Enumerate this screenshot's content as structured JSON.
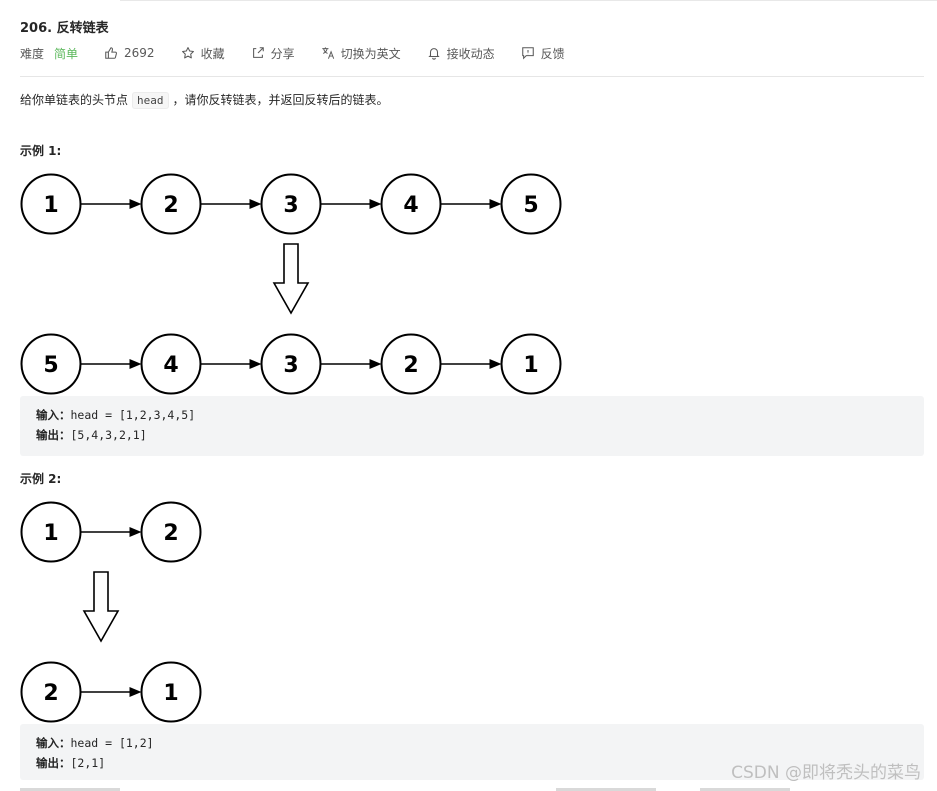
{
  "problem": {
    "title": "206. 反转链表",
    "difficulty_label": "难度",
    "difficulty_value": "简单",
    "likes": "2692",
    "favorite_label": "收藏",
    "share_label": "分享",
    "switch_lang_label": "切换为英文",
    "notify_label": "接收动态",
    "feedback_label": "反馈"
  },
  "description": {
    "before": "给你单链表的头节点",
    "code": "head",
    "after": "，请你反转链表，并返回反转后的链表。"
  },
  "examples": [
    {
      "title": "示例 1:",
      "input_nodes": [
        "1",
        "2",
        "3",
        "4",
        "5"
      ],
      "output_nodes": [
        "5",
        "4",
        "3",
        "2",
        "1"
      ],
      "input_label": "输入：",
      "input_value": "head = [1,2,3,4,5]",
      "output_label": "输出：",
      "output_value": "[5,4,3,2,1]"
    },
    {
      "title": "示例 2:",
      "input_nodes": [
        "1",
        "2"
      ],
      "output_nodes": [
        "2",
        "1"
      ],
      "input_label": "输入：",
      "input_value": "head = [1,2]",
      "output_label": "输出：",
      "output_value": "[2,1]"
    }
  ],
  "watermark": "CSDN @即将秃头的菜鸟",
  "colors": {
    "easy": "#5cb85c",
    "codebox_bg": "#f3f4f5"
  }
}
